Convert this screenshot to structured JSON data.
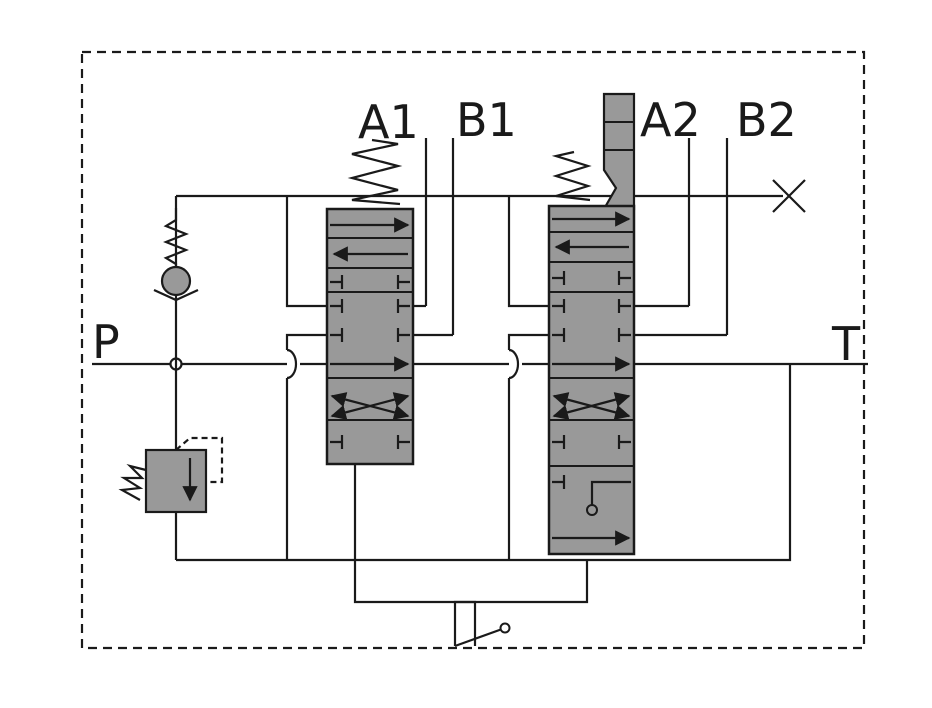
{
  "labels": {
    "a1": "A1",
    "b1": "B1",
    "a2": "A2",
    "b2": "B2",
    "p": "P",
    "t": "T"
  },
  "components": {
    "section_1": "directional-control-valve-section-1",
    "section_2": "directional-control-valve-section-2",
    "relief_valve": "pressure-relief-valve",
    "check_valve": "check-valve"
  },
  "colors": {
    "line": "#1a1a1a",
    "valve_fill": "#999999",
    "background": "#ffffff"
  }
}
